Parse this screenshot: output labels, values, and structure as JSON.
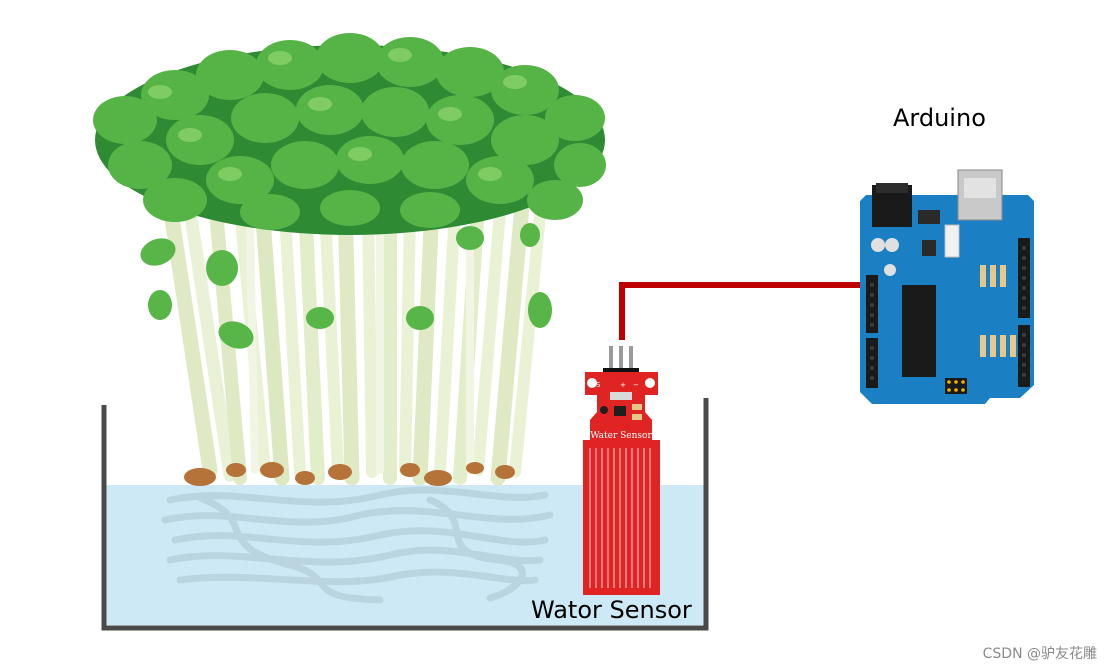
{
  "labels": {
    "arduino": "Arduino",
    "sensor_caption": "Wator Sensor",
    "sensor_board_text": "Water Sensor",
    "pin_labels": [
      "S",
      "+",
      "−"
    ],
    "watermark": "CSDN @驴友花雕"
  },
  "colors": {
    "wire": "#c00000",
    "water": "#cde9f5",
    "container": "#4a4a4a",
    "sensor_board": "#e02424",
    "arduino_board": "#1b7fc4",
    "leaves": "#4fb343",
    "stems": "#eaf2d6"
  },
  "icons": {
    "plant": "sprout-cluster-icon",
    "sensor": "water-sensor-module-icon",
    "board": "arduino-uno-board-icon"
  }
}
